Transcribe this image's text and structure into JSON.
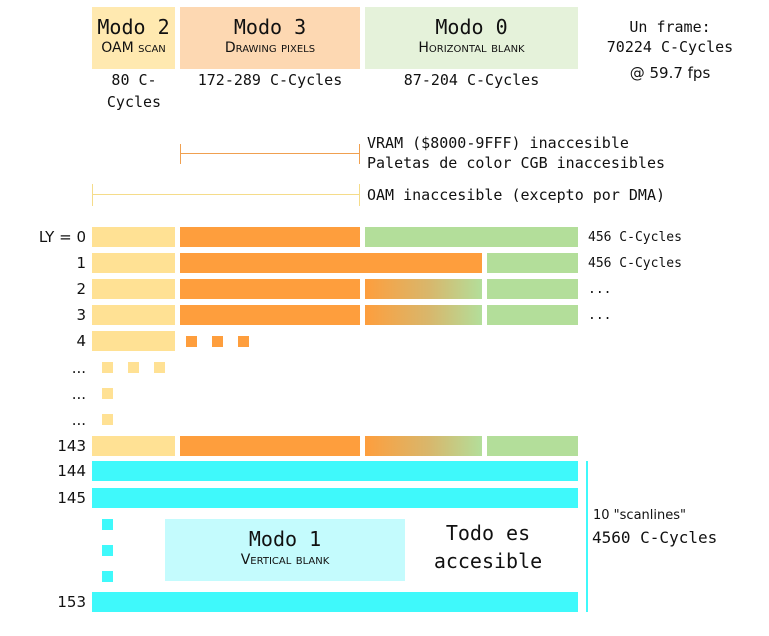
{
  "modes": {
    "mode2": {
      "title": "Modo 2",
      "subtitle": "OAM scan",
      "cycles": "80 C-Cycles",
      "color": "#ffe194"
    },
    "mode3": {
      "title": "Modo 3",
      "subtitle": "Drawing pixels",
      "cycles": "172-289 C-Cycles",
      "color": "#fe9e3d"
    },
    "mode0": {
      "title": "Modo 0",
      "subtitle": "Horizontal blank",
      "cycles": "87-204 C-Cycles",
      "color": "#b3de9a"
    },
    "mode1": {
      "title": "Modo 1",
      "subtitle": "Vertical blank",
      "color": "#3ff9fb"
    }
  },
  "frame": {
    "line1": "Un frame:",
    "line2": "70224 C-Cycles",
    "line3": "@ 59.7 fps"
  },
  "notes": {
    "vram": "VRAM ($8000-9FFF) inaccesible",
    "palettes": "Paletas de color CGB inaccesibles",
    "oam": "OAM inaccesible (excepto por DMA)",
    "all_access_1": "Todo es",
    "all_access_2": "accesible",
    "vblank_lines": "10 \"scanlines\"",
    "vblank_cycles": "4560 C-Cycles"
  },
  "rows": {
    "ly0": "LY = 0",
    "r1": "1",
    "r2": "2",
    "r3": "3",
    "r4": "4",
    "e1": "...",
    "e2": "...",
    "e3": "...",
    "r143": "143",
    "r144": "144",
    "r145": "145",
    "r153": "153"
  },
  "row_notes": {
    "ly0": "456 C-Cycles",
    "r1": "456 C-Cycles",
    "r2": "...",
    "r3": "..."
  }
}
